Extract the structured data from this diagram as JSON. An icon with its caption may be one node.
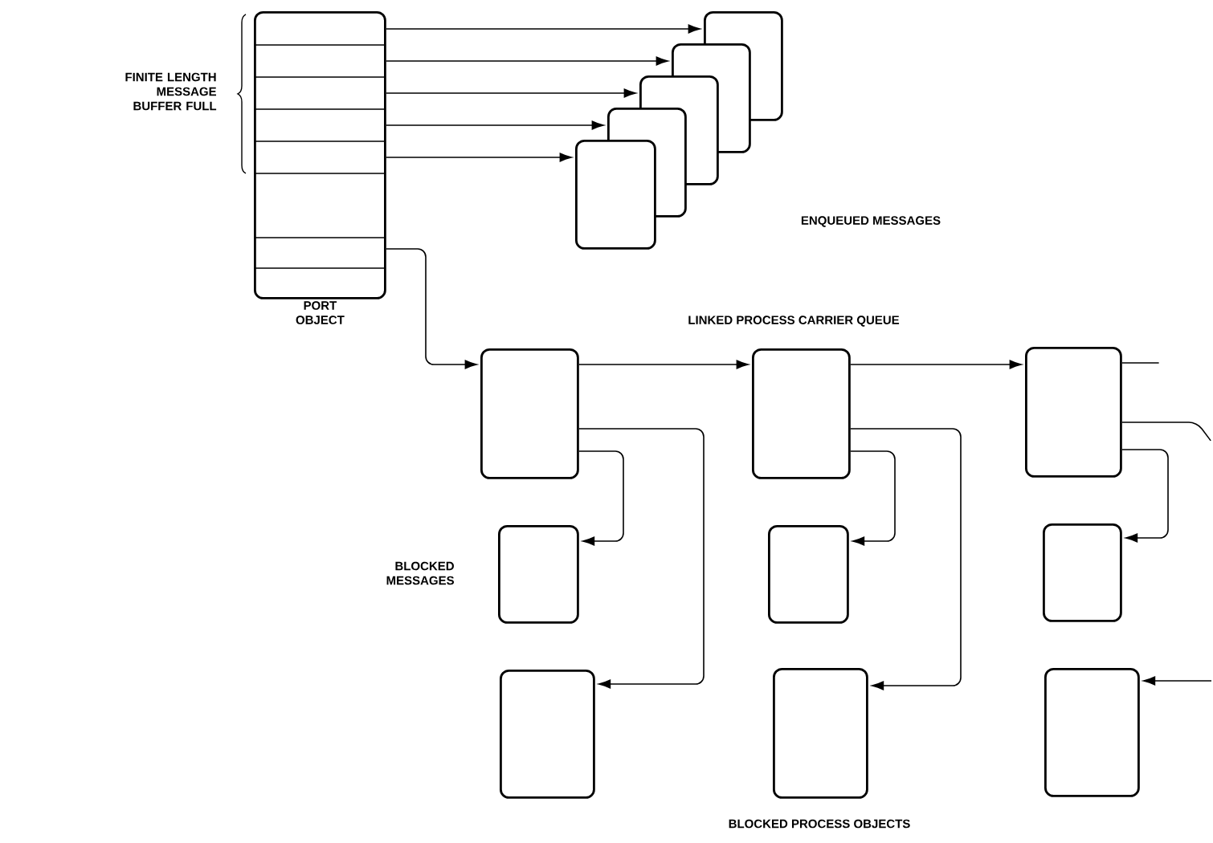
{
  "diagram": {
    "nodes": [
      {
        "text": [
          "PORT OBJECT"
        ]
      },
      {
        "text": [],
        "shape": "box"
      },
      {
        "text": [],
        "shape": "box"
      },
      {
        "text": [],
        "shape": "box"
      },
      {
        "text": [],
        "shape": "box"
      },
      {
        "text": [],
        "shape": "box"
      },
      {
        "text": [],
        "shape": "box"
      },
      {
        "text": [],
        "shape": "box"
      },
      {
        "text": [],
        "shape": "box"
      },
      {
        "text": [],
        "shape": "box"
      },
      {
        "text": [],
        "shape": "box"
      },
      {
        "text": [],
        "shape": "box"
      },
      {
        "text": [],
        "shape": "box"
      },
      {
        "text": [],
        "shape": "box"
      },
      {
        "text": [],
        "shape": "box"
      }
    ],
    "edges": [
      {
        "from": 0,
        "to": 1,
        "arrow": "to"
      },
      {
        "from": 0,
        "to": 2,
        "arrow": "to"
      },
      {
        "from": 0,
        "to": 3,
        "arrow": "to"
      },
      {
        "from": 0,
        "to": 4,
        "arrow": "to"
      },
      {
        "from": 0,
        "to": 5,
        "arrow": "to"
      },
      {
        "from": 0,
        "to": 6,
        "arrow": "to"
      },
      {
        "from": 6,
        "to": 7,
        "arrow": "to"
      },
      {
        "from": 7,
        "to": 8,
        "arrow": "to"
      },
      {
        "from": 8,
        "to": null,
        "arrow": "none"
      },
      {
        "from": 6,
        "to": 12,
        "arrow": "to"
      },
      {
        "from": 6,
        "to": 9,
        "arrow": "to"
      },
      {
        "from": 7,
        "to": 13,
        "arrow": "to"
      },
      {
        "from": 7,
        "to": 10,
        "arrow": "to"
      },
      {
        "from": 8,
        "to": null,
        "arrow": "none"
      },
      {
        "from": null,
        "to": 14,
        "arrow": "to"
      },
      {
        "from": 8,
        "to": 11,
        "arrow": "to"
      }
    ],
    "labels": [
      "FINITE LENGTH MESSAGE BUFFER FULL",
      "ENQUEUED MESSAGES",
      "LINKED PROCESS CARRIER QUEUE",
      "BLOCKED MESSAGES",
      "BLOCKED PROCESS OBJECTS"
    ]
  }
}
